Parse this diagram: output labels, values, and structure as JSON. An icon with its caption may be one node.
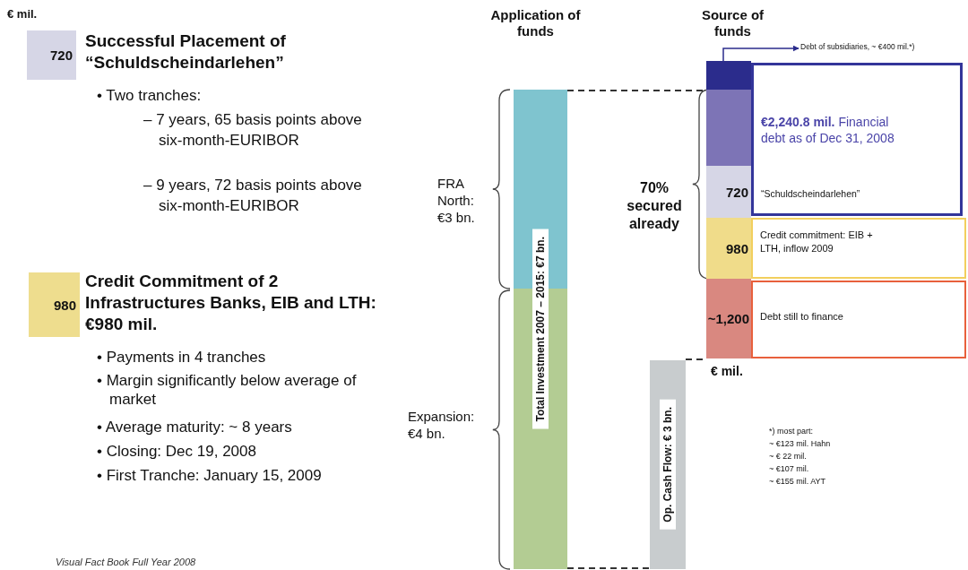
{
  "diagram": {
    "nodes": [
      {
        "text": [
          "720"
        ],
        "beside": [
          "Successful Placement of “Schuldscheindarlehen”"
        ]
      },
      {
        "text": [
          "980"
        ],
        "beside": [
          "Credit Commitment of 2 Infrastructures Banks, EIB and LTH: €980 mil."
        ]
      },
      {
        "text": [
          "Total Investment 2007 – 2015: €7 bn."
        ]
      },
      {
        "text": [
          "Op. Cash Flow: € 3 bn."
        ]
      },
      {
        "text": [],
        "shape": "bar"
      },
      {
        "text": [
          "Debt of subsidiaries, ~ €400 mil.*)"
        ]
      },
      {
        "text": [],
        "shape": "bar"
      },
      {
        "text": [
          "720"
        ]
      },
      {
        "text": [
          "980"
        ]
      },
      {
        "text": [
          "~1,200"
        ]
      },
      {
        "text": [
          "**€2,240.8 mil.** Financial debt as of Dec 31, 2008",
          "“Schuldscheindarlehen”"
        ]
      },
      {
        "text": [
          "Credit commitment: EIB + LTH, inflow 2009"
        ]
      },
      {
        "text": [
          "Debt still to finance"
        ]
      }
    ],
    "edges": [
      {
        "from": 4,
        "to": 5,
        "arrow": "to",
        "color": "#2b2c8c"
      },
      {
        "from": 2,
        "to": 6,
        "arrow": "none",
        "style": "dashed"
      },
      {
        "from": 3,
        "to": 9,
        "arrow": "none",
        "style": "dashed"
      },
      {
        "from": 2,
        "to": 3,
        "arrow": "none",
        "style": "dashed"
      }
    ],
    "labels": [
      "€ mil.",
      "• Two tranches:",
      "– 7 years, 65 basis points above six-month-EURIBOR",
      "– 9 years, 72 basis points above six-month-EURIBOR",
      "• Payments in 4 tranches",
      "• Margin significantly below average of market",
      "• Average maturity: ~ 8 years",
      "• Closing: Dec 19, 2008",
      "• First Tranche: January 15, 2009",
      "Application of funds",
      "Source of funds",
      "FRA North: €3 bn.",
      "Expansion: €4 bn.",
      "70% secured already",
      "€ mil.",
      "*) most part:",
      "~ €123 mil. Hahn",
      "~ € 22 mil.",
      "~ €107 mil.",
      "~ €155 mil. AYT",
      "Visual Fact Book Full Year 2008"
    ]
  }
}
